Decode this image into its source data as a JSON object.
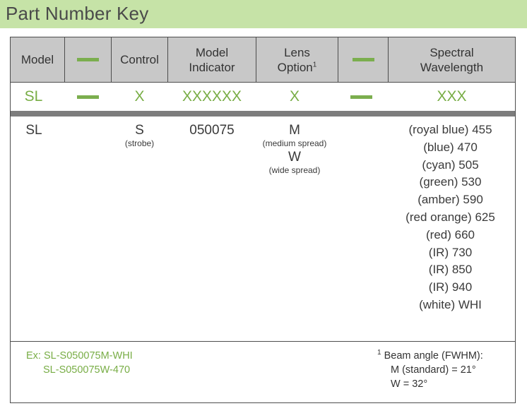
{
  "title": "Part Number Key",
  "headers": {
    "model": "Model",
    "control": "Control",
    "indicator_line1": "Model",
    "indicator_line2": "Indicator",
    "lens_line1": "Lens",
    "lens_line2": "Option",
    "lens_footnote_mark": "1",
    "spectral_line1": "Spectral",
    "spectral_line2": "Wavelength"
  },
  "codes": {
    "model": "SL",
    "control": "X",
    "indicator": "XXXXXX",
    "lens": "X",
    "spectral": "XXX"
  },
  "values": {
    "model": "SL",
    "control": "S",
    "control_note": "(strobe)",
    "indicator": "050075",
    "lens_options": [
      {
        "code": "M",
        "note": "(medium spread)"
      },
      {
        "code": "W",
        "note": "(wide spread)"
      }
    ],
    "wavelengths": [
      "(royal blue) 455",
      "(blue) 470",
      "(cyan) 505",
      "(green) 530",
      "(amber) 590",
      "(red orange) 625",
      "(red) 660",
      "(IR) 730",
      "(IR) 850",
      "(IR) 940",
      "(white) WHI"
    ]
  },
  "examples": {
    "line1": "Ex: SL-S050075M-WHI",
    "line2": "SL-S050075W-470"
  },
  "footnote": {
    "mark": "1",
    "title": "Beam angle (FWHM):",
    "line1": "M (standard)  =  21°",
    "line2": "W =  32°"
  },
  "colors": {
    "title_bar": "#c6e3a7",
    "accent_green": "#78ad45",
    "header_grey": "#c8c8c8",
    "separator_grey": "#7d7d7d"
  }
}
